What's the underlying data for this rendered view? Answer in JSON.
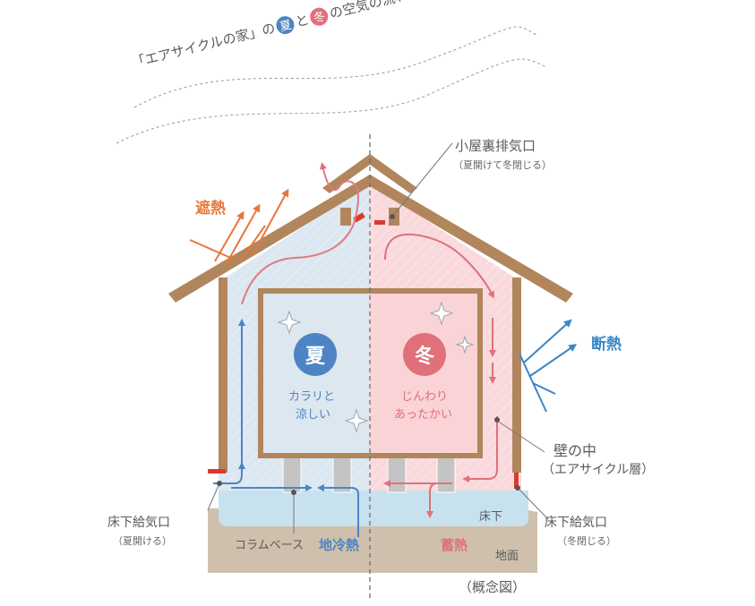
{
  "title": {
    "prefix": "「エアサイクルの家」の",
    "summer": "夏",
    "and": "と",
    "winter": "冬",
    "suffix": "の空気の流れ"
  },
  "labels": {
    "shading": "遮熱",
    "insulation": "断熱",
    "roof_vent": "小屋裏排気口",
    "roof_vent_note": "（夏開けて冬閉じる）",
    "wall": "壁の中",
    "wall_note": "（エアサイクル層）",
    "inlet_left": "床下給気口",
    "inlet_left_note": "（夏開ける）",
    "inlet_right": "床下給気口",
    "inlet_right_note": "（冬閉じる）",
    "column_base": "コラムベース",
    "ground_cool": "地冷熱",
    "heat_storage": "蓄熱",
    "underfloor": "床下",
    "ground": "地面",
    "concept": "（概念図）"
  },
  "summer": {
    "badge": "夏",
    "line1": "カラリと",
    "line2": "涼しい"
  },
  "winter": {
    "badge": "冬",
    "line1": "じんわり",
    "line2": "あったかい"
  },
  "colors": {
    "summer_blue": "#4d84c4",
    "winter_red": "#e0707a",
    "orange": "#e8763a",
    "wood": "#b1865d",
    "ground": "#cfc0ad",
    "underfloor": "#c7e1ef"
  }
}
